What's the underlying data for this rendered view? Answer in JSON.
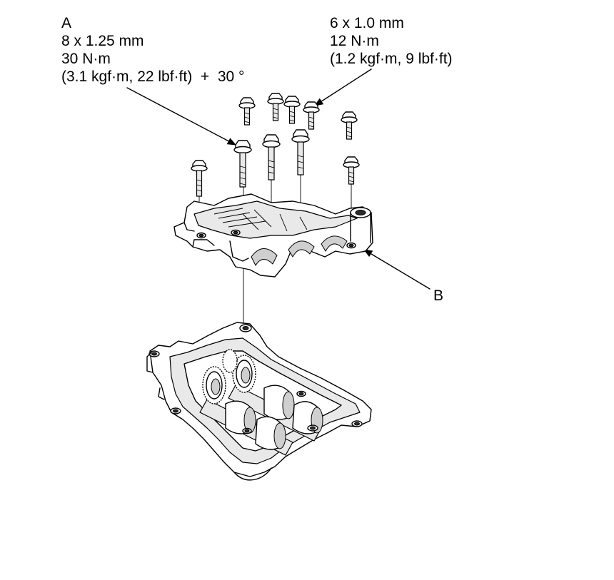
{
  "callout_a": {
    "letter": "A",
    "thread": "8 x 1.25 mm",
    "torque": "30 N·m",
    "torque_alt": "(3.1 kgf·m, 22 lbf·ft)  +  30 °"
  },
  "callout_small_bolts": {
    "thread": "6 x 1.0 mm",
    "torque": "12 N·m",
    "torque_alt": "(1.2 kgf·m, 9 lbf·ft)"
  },
  "callout_b": {
    "letter": "B"
  }
}
